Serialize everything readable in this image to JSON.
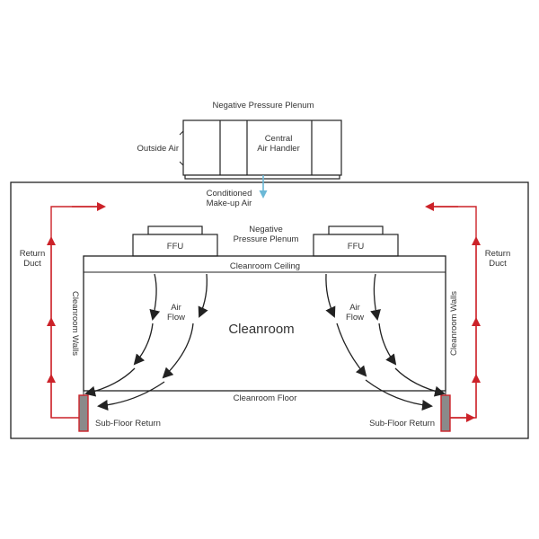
{
  "labels": {
    "negative_plenum_top": "Negative Pressure Plenum",
    "outside_air": "Outside Air",
    "air_handler_line1": "Central",
    "air_handler_line2": "Air Handler",
    "conditioned_line1": "Conditioned",
    "conditioned_line2": "Make-up Air",
    "return_duct_left_line1": "Return",
    "return_duct_left_line2": "Duct",
    "return_duct_right_line1": "Return",
    "return_duct_right_line2": "Duct",
    "ffu_left": "FFU",
    "ffu_right": "FFU",
    "negative_plenum_mid_line1": "Negative",
    "negative_plenum_mid_line2": "Pressure Plenum",
    "cleanroom_ceiling": "Cleanroom Ceiling",
    "cleanroom_walls_left": "Cleanroom Walls",
    "cleanroom_walls_right": "Cleanroom Walls",
    "air_flow_left_line1": "Air",
    "air_flow_left_line2": "Flow",
    "air_flow_right_line1": "Air",
    "air_flow_right_line2": "Flow",
    "cleanroom": "Cleanroom",
    "cleanroom_floor": "Cleanroom Floor",
    "sub_floor_return_left": "Sub-Floor Return",
    "sub_floor_return_right": "Sub-Floor Return"
  },
  "colors": {
    "return_duct": "#cc2229",
    "conditioned_air_arrow": "#6bb8d6",
    "outline": "#222222",
    "sub_floor_fill": "#8a8a8a"
  }
}
